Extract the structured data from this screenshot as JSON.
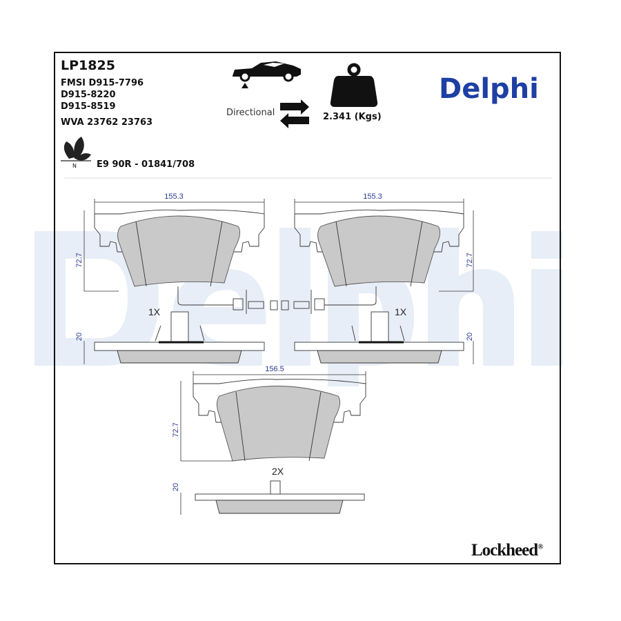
{
  "header": {
    "part_number": "LP1825",
    "fmsi_line": "FMSI D915-7796",
    "fmsi_refs": [
      "D915-8220",
      "D915-8519"
    ],
    "wva": "WVA 23762 23763",
    "approval": "E9 90R - 01841/708",
    "eco_mark_letter": "N",
    "directional_label": "Directional",
    "weight": "2.341 (Kgs)"
  },
  "brand": {
    "name": "Delphi",
    "color": "#1e3fa3",
    "watermark": "Delphi",
    "footer_brand": "Lockheed"
  },
  "drawing": {
    "front_pad_width": "155.3",
    "front_pad_height": "72.7",
    "front_pad_thickness": "20",
    "front_pad_qty": "1X",
    "rear_pad_width": "156.5",
    "rear_pad_height": "72.7",
    "rear_pad_thickness": "20",
    "rear_pad_qty": "2X",
    "dimension_color": "#2b3a8f",
    "pad_fill": "#c9c9c9"
  }
}
